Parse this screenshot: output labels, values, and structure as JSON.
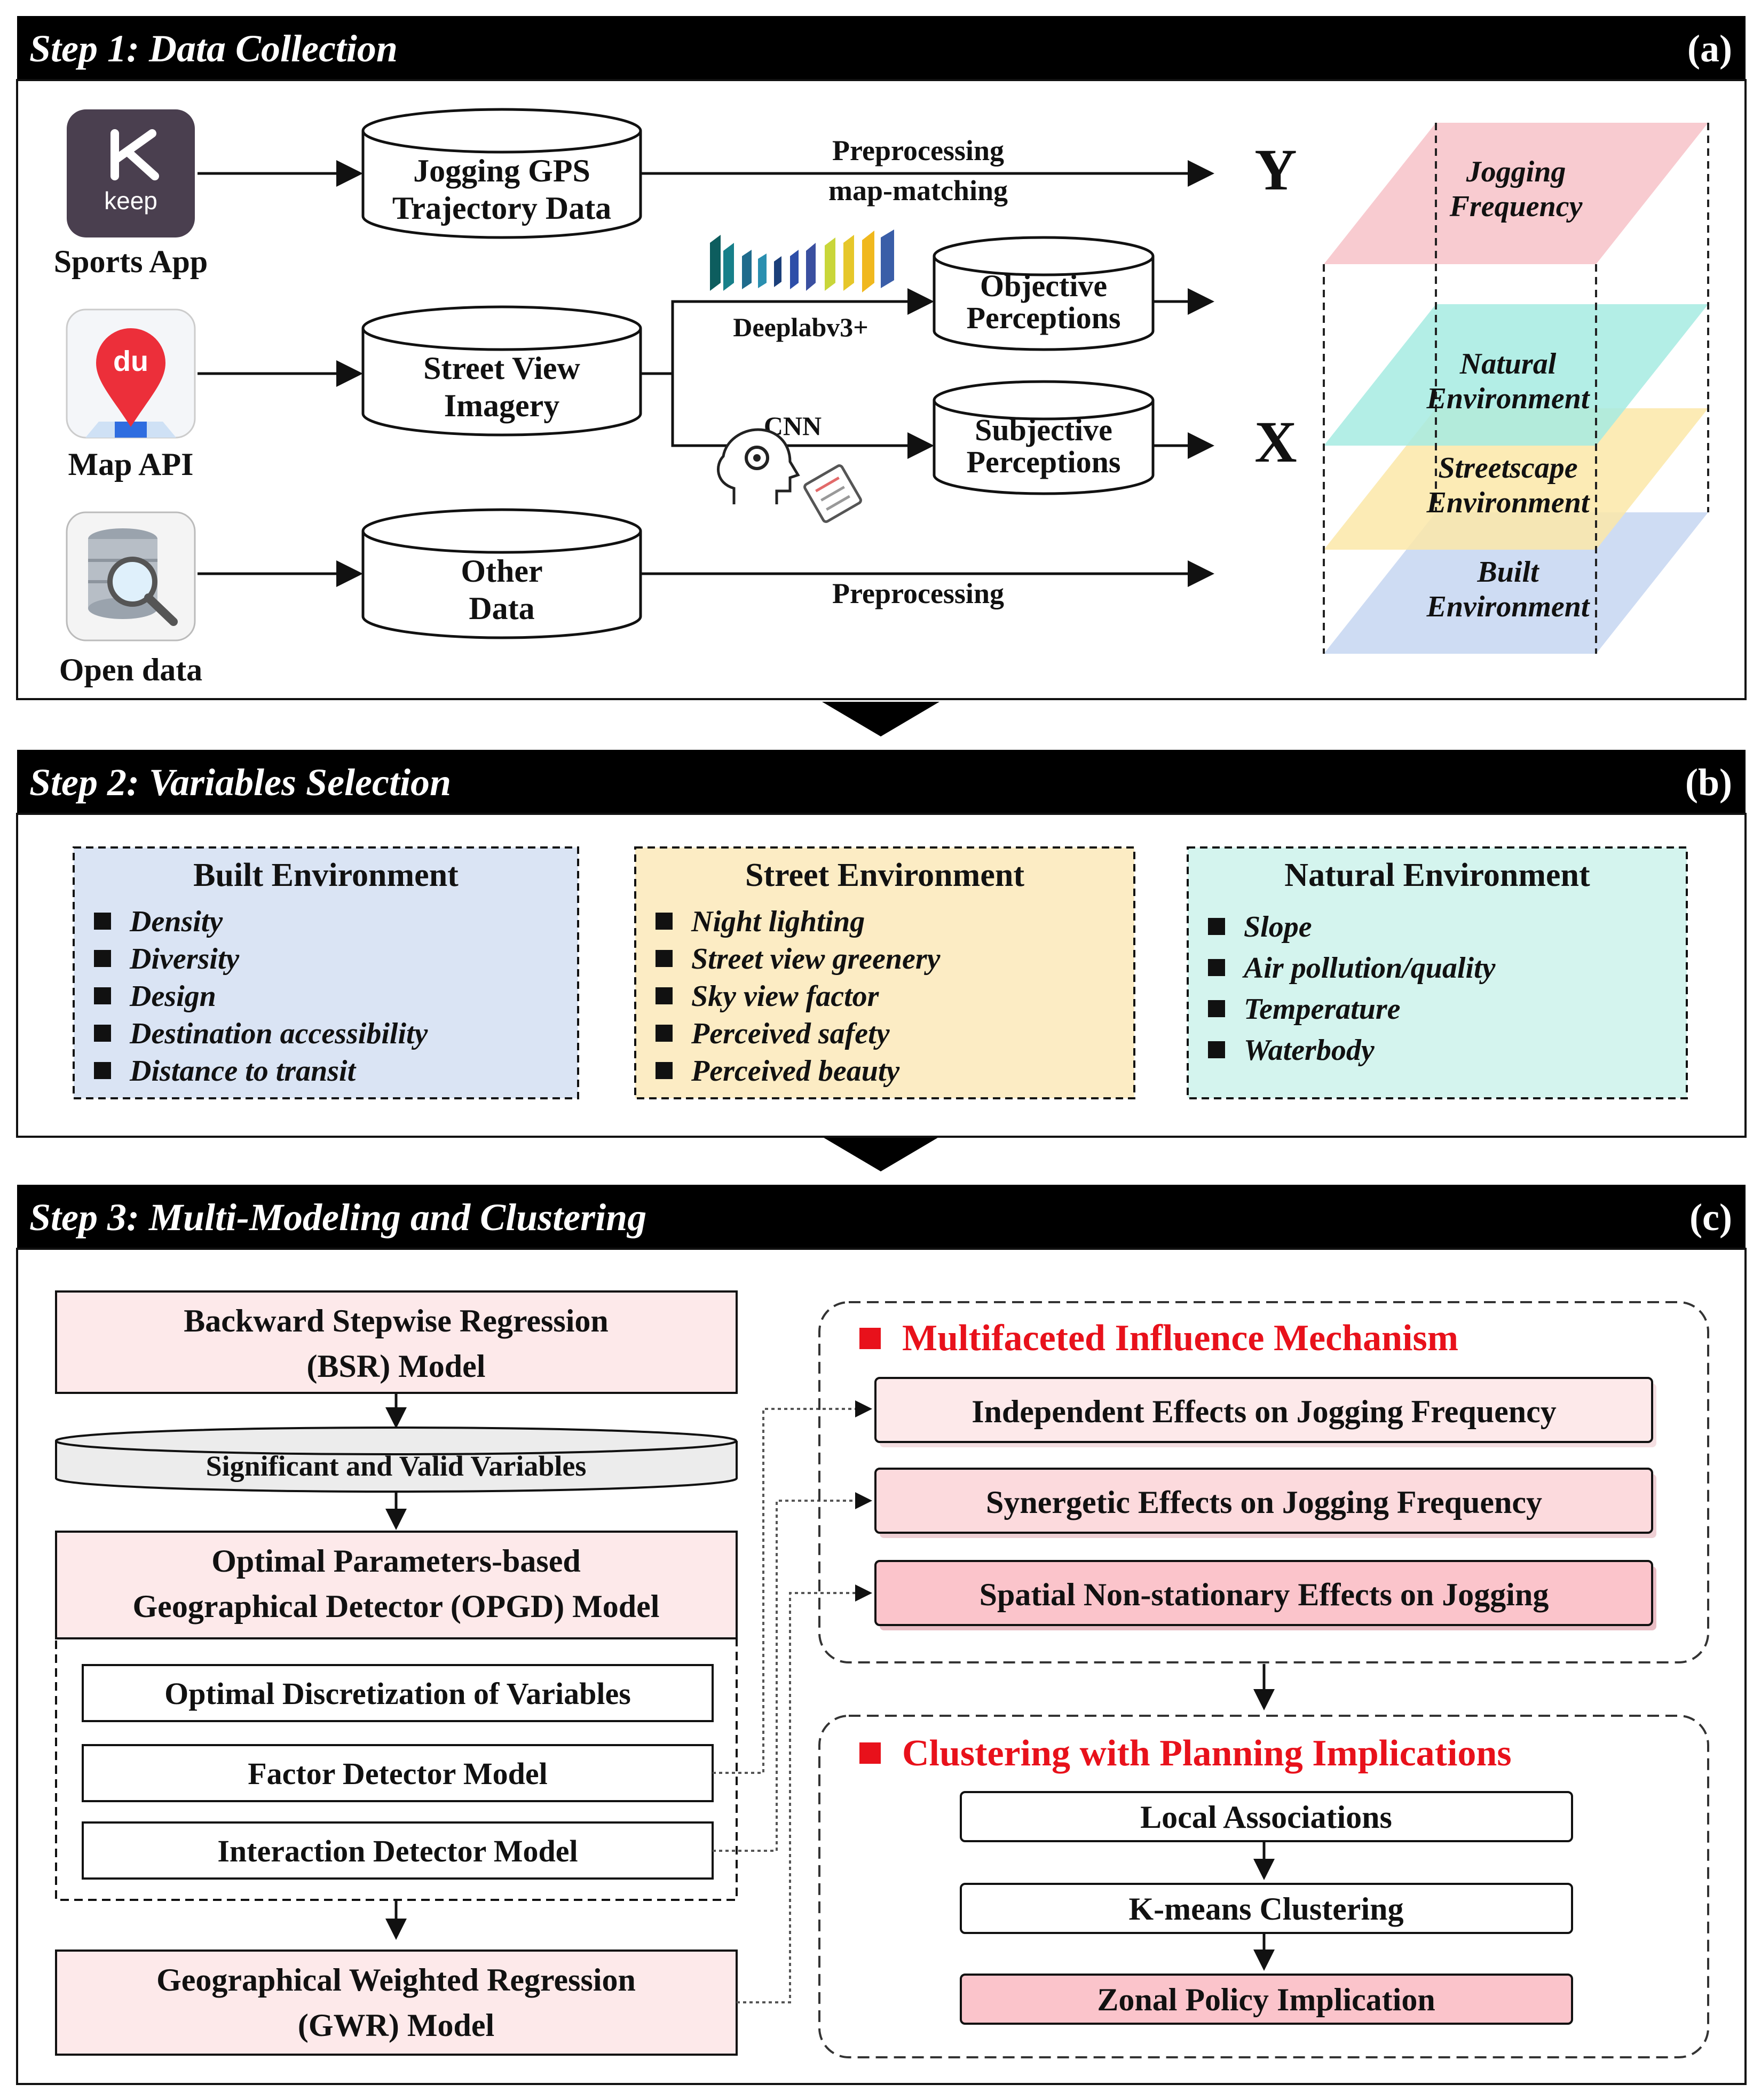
{
  "step1": {
    "title": "Step 1: Data Collection",
    "tag": "(a)",
    "sources": [
      {
        "label": "Sports App",
        "icon": "keep-app-icon",
        "icon_text": "keep"
      },
      {
        "label": "Map API",
        "icon": "baidu-map-icon",
        "icon_text": "du"
      },
      {
        "label": "Open data",
        "icon": "database-search-icon"
      }
    ],
    "cylinders": {
      "gps": [
        "Jogging GPS",
        "Trajectory Data"
      ],
      "sv": [
        "Street View",
        "Imagery"
      ],
      "other": [
        "Other",
        "Data"
      ],
      "obj": [
        "Objective",
        "Perceptions"
      ],
      "subj": [
        "Subjective",
        "Perceptions"
      ]
    },
    "arrow_labels": {
      "pre1": "Preprocessing",
      "pre1b": "map-matching",
      "deeplab": "Deeplabv3+",
      "cnn": "CNN",
      "pre2": "Preprocessing"
    },
    "y_label": "Y",
    "x_label": "X",
    "layers": {
      "jog": [
        "Jogging",
        "Frequency"
      ],
      "nat": [
        "Natural",
        "Environment"
      ],
      "street": [
        "Streetscape",
        "Environment"
      ],
      "built": [
        "Built",
        "Environment"
      ]
    }
  },
  "step2": {
    "title": "Step 2: Variables Selection",
    "tag": "(b)",
    "groups": [
      {
        "title": "Built Environment",
        "color": "#dae4f4",
        "items": [
          "Density",
          "Diversity",
          "Design",
          "Destination accessibility",
          "Distance to transit"
        ]
      },
      {
        "title": "Street Environment",
        "color": "#fcecc4",
        "items": [
          "Night lighting",
          "Street view greenery",
          "Sky view factor",
          "Perceived safety",
          "Perceived beauty"
        ]
      },
      {
        "title": "Natural Environment",
        "color": "#d4f4ee",
        "items": [
          "Slope",
          "Air pollution/quality",
          "Temperature",
          "Waterbody"
        ]
      }
    ]
  },
  "step3": {
    "title": "Step 3: Multi-Modeling and Clustering",
    "tag": "(c)",
    "bsr": [
      "Backward Stepwise Regression",
      "(BSR) Model"
    ],
    "sig": "Significant and Valid Variables",
    "opgd": [
      "Optimal Parameters-based",
      "Geographical Detector (OPGD) Model"
    ],
    "opgd_items": [
      "Optimal Discretization of Variables",
      "Factor Detector Model",
      "Interaction Detector Model"
    ],
    "gwr": [
      "Geographical Weighted Regression",
      "(GWR) Model"
    ],
    "mech_title": "Multifaceted Influence Mechanism",
    "mech_items": [
      "Independent Effects on Jogging Frequency",
      "Synergetic Effects on Jogging Frequency",
      "Spatial Non-stationary Effects on Jogging"
    ],
    "clus_title": "Clustering with Planning Implications",
    "clus_items": [
      "Local Associations",
      "K-means Clustering",
      "Zonal Policy Implication"
    ],
    "colors": {
      "model_fill": "#fde9ea",
      "accent_red": "#e8111b",
      "strong_pink": "#fbc4cb"
    }
  }
}
